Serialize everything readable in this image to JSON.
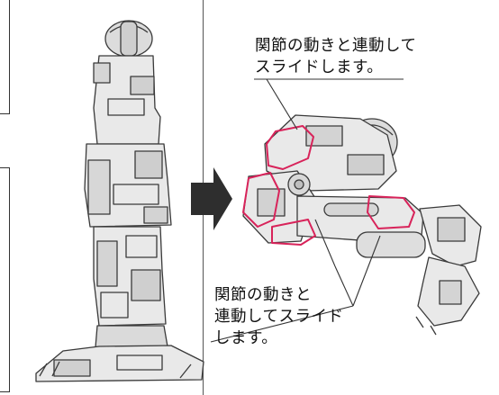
{
  "callouts": {
    "upper": {
      "line1": "関節の動きと連動して",
      "line2": "スライドします。"
    },
    "lower": {
      "line1": "関節の動きと",
      "line2": "連動してスライド",
      "line3": "します。"
    }
  },
  "colors": {
    "highlight": "#d8235a",
    "model_fill": "#e9e9e9",
    "model_shade": "#bfbfbf",
    "outline": "#3a3a3a",
    "arrow": "#2e2e2e"
  }
}
